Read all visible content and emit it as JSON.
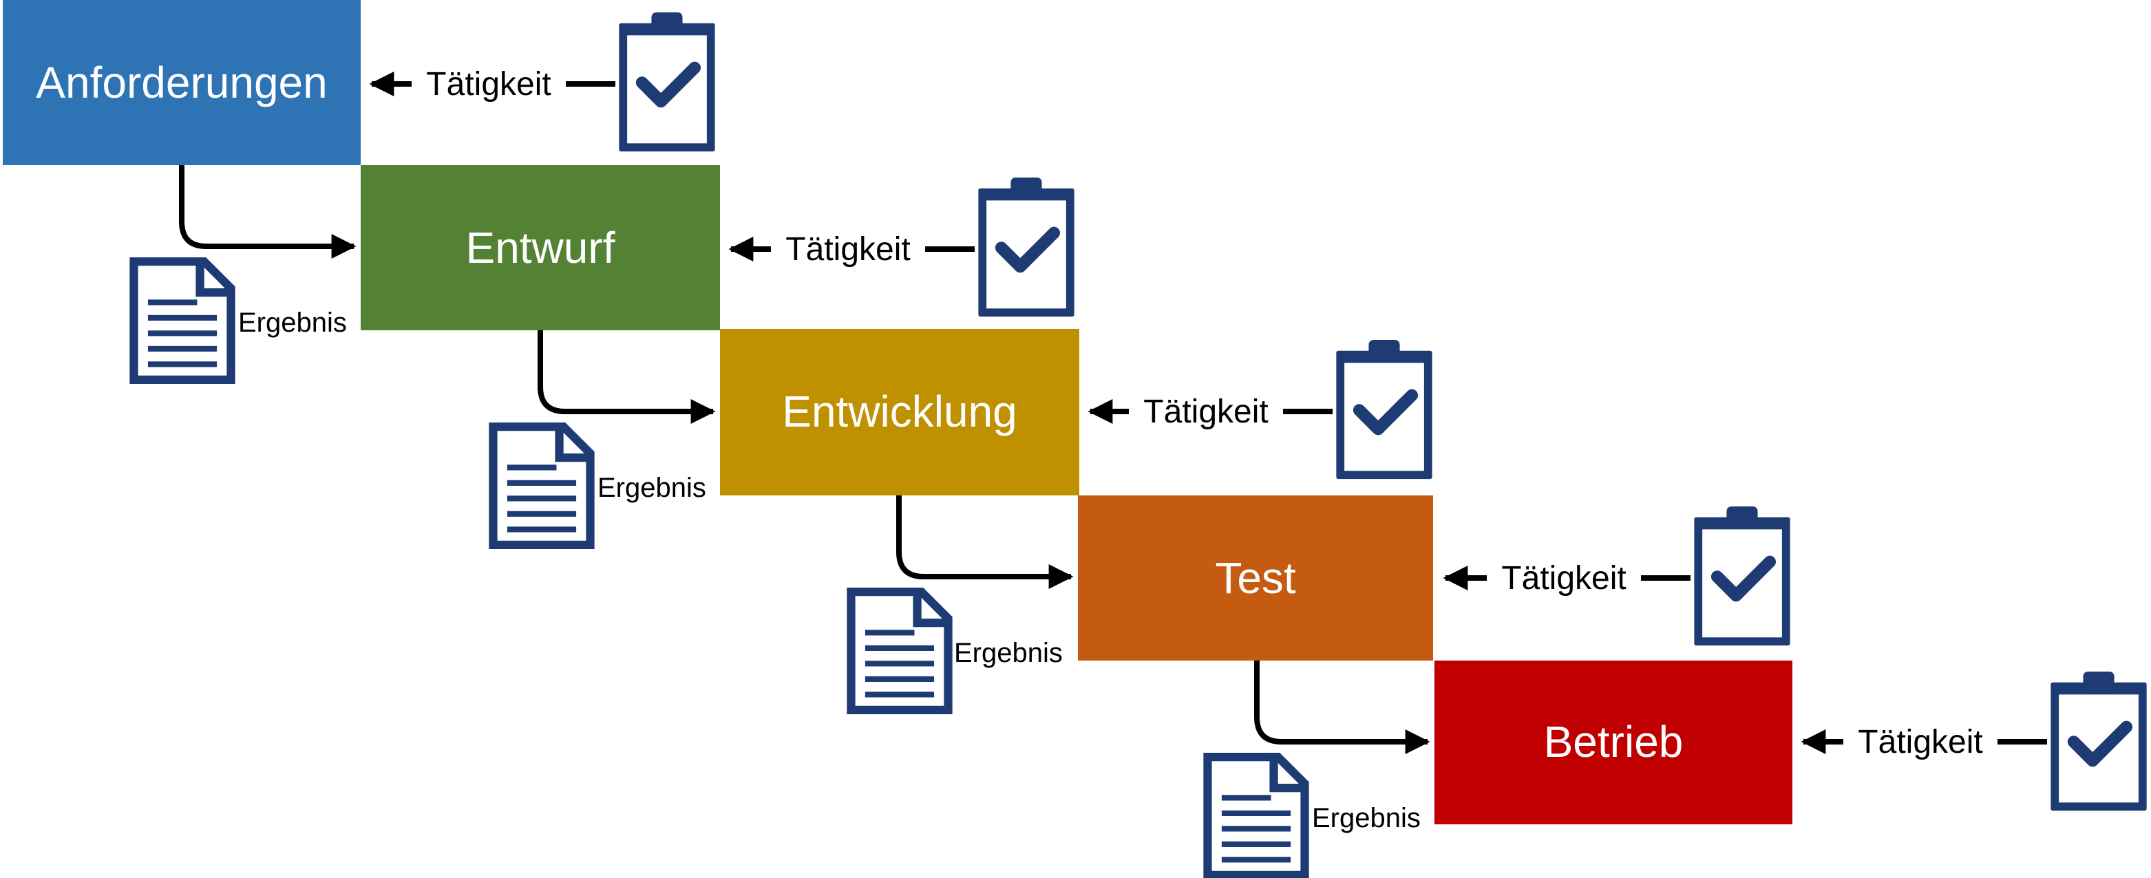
{
  "colors": {
    "icon": "#1f3b73",
    "arrow": "#000000",
    "phase_text": "#ffffff"
  },
  "phases": [
    {
      "label": "Anforderungen",
      "color": "#2e74b5"
    },
    {
      "label": "Entwurf",
      "color": "#548235"
    },
    {
      "label": "Entwicklung",
      "color": "#bf9000"
    },
    {
      "label": "Test",
      "color": "#c55a11"
    },
    {
      "label": "Betrieb",
      "color": "#c00000"
    }
  ],
  "activities": [
    {
      "label": "Tätigkeit",
      "icon": "clipboard-check-icon"
    },
    {
      "label": "Tätigkeit",
      "icon": "clipboard-check-icon"
    },
    {
      "label": "Tätigkeit",
      "icon": "clipboard-check-icon"
    },
    {
      "label": "Tätigkeit",
      "icon": "clipboard-check-icon"
    },
    {
      "label": "Tätigkeit",
      "icon": "clipboard-check-icon"
    }
  ],
  "results": [
    {
      "label": "Ergebnis",
      "icon": "document-icon"
    },
    {
      "label": "Ergebnis",
      "icon": "document-icon"
    },
    {
      "label": "Ergebnis",
      "icon": "document-icon"
    },
    {
      "label": "Ergebnis",
      "icon": "document-icon"
    }
  ]
}
